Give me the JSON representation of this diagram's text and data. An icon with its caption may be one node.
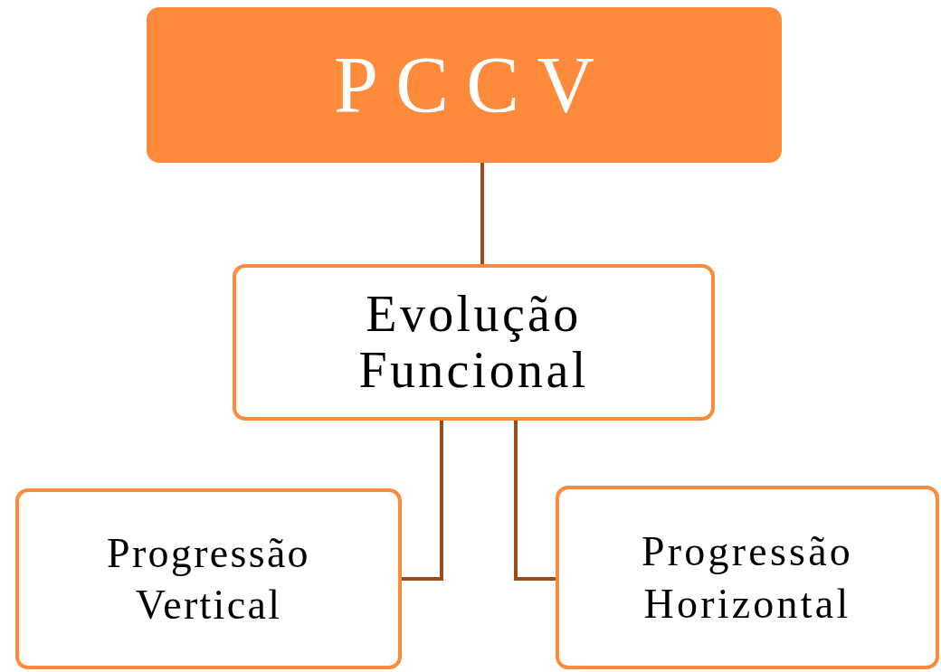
{
  "diagram": {
    "nodes": [
      {
        "text": [
          "PCCV"
        ]
      },
      {
        "text": [
          "Evolução Funcional"
        ]
      },
      {
        "text": [
          "Progressão Vertical"
        ]
      },
      {
        "text": [
          "Progressão Horizontal"
        ]
      }
    ],
    "edges": [
      {
        "from": 0,
        "to": 1,
        "arrow": "none"
      },
      {
        "from": 1,
        "to": 2,
        "arrow": "none"
      },
      {
        "from": 1,
        "to": 3,
        "arrow": "none"
      }
    ]
  }
}
